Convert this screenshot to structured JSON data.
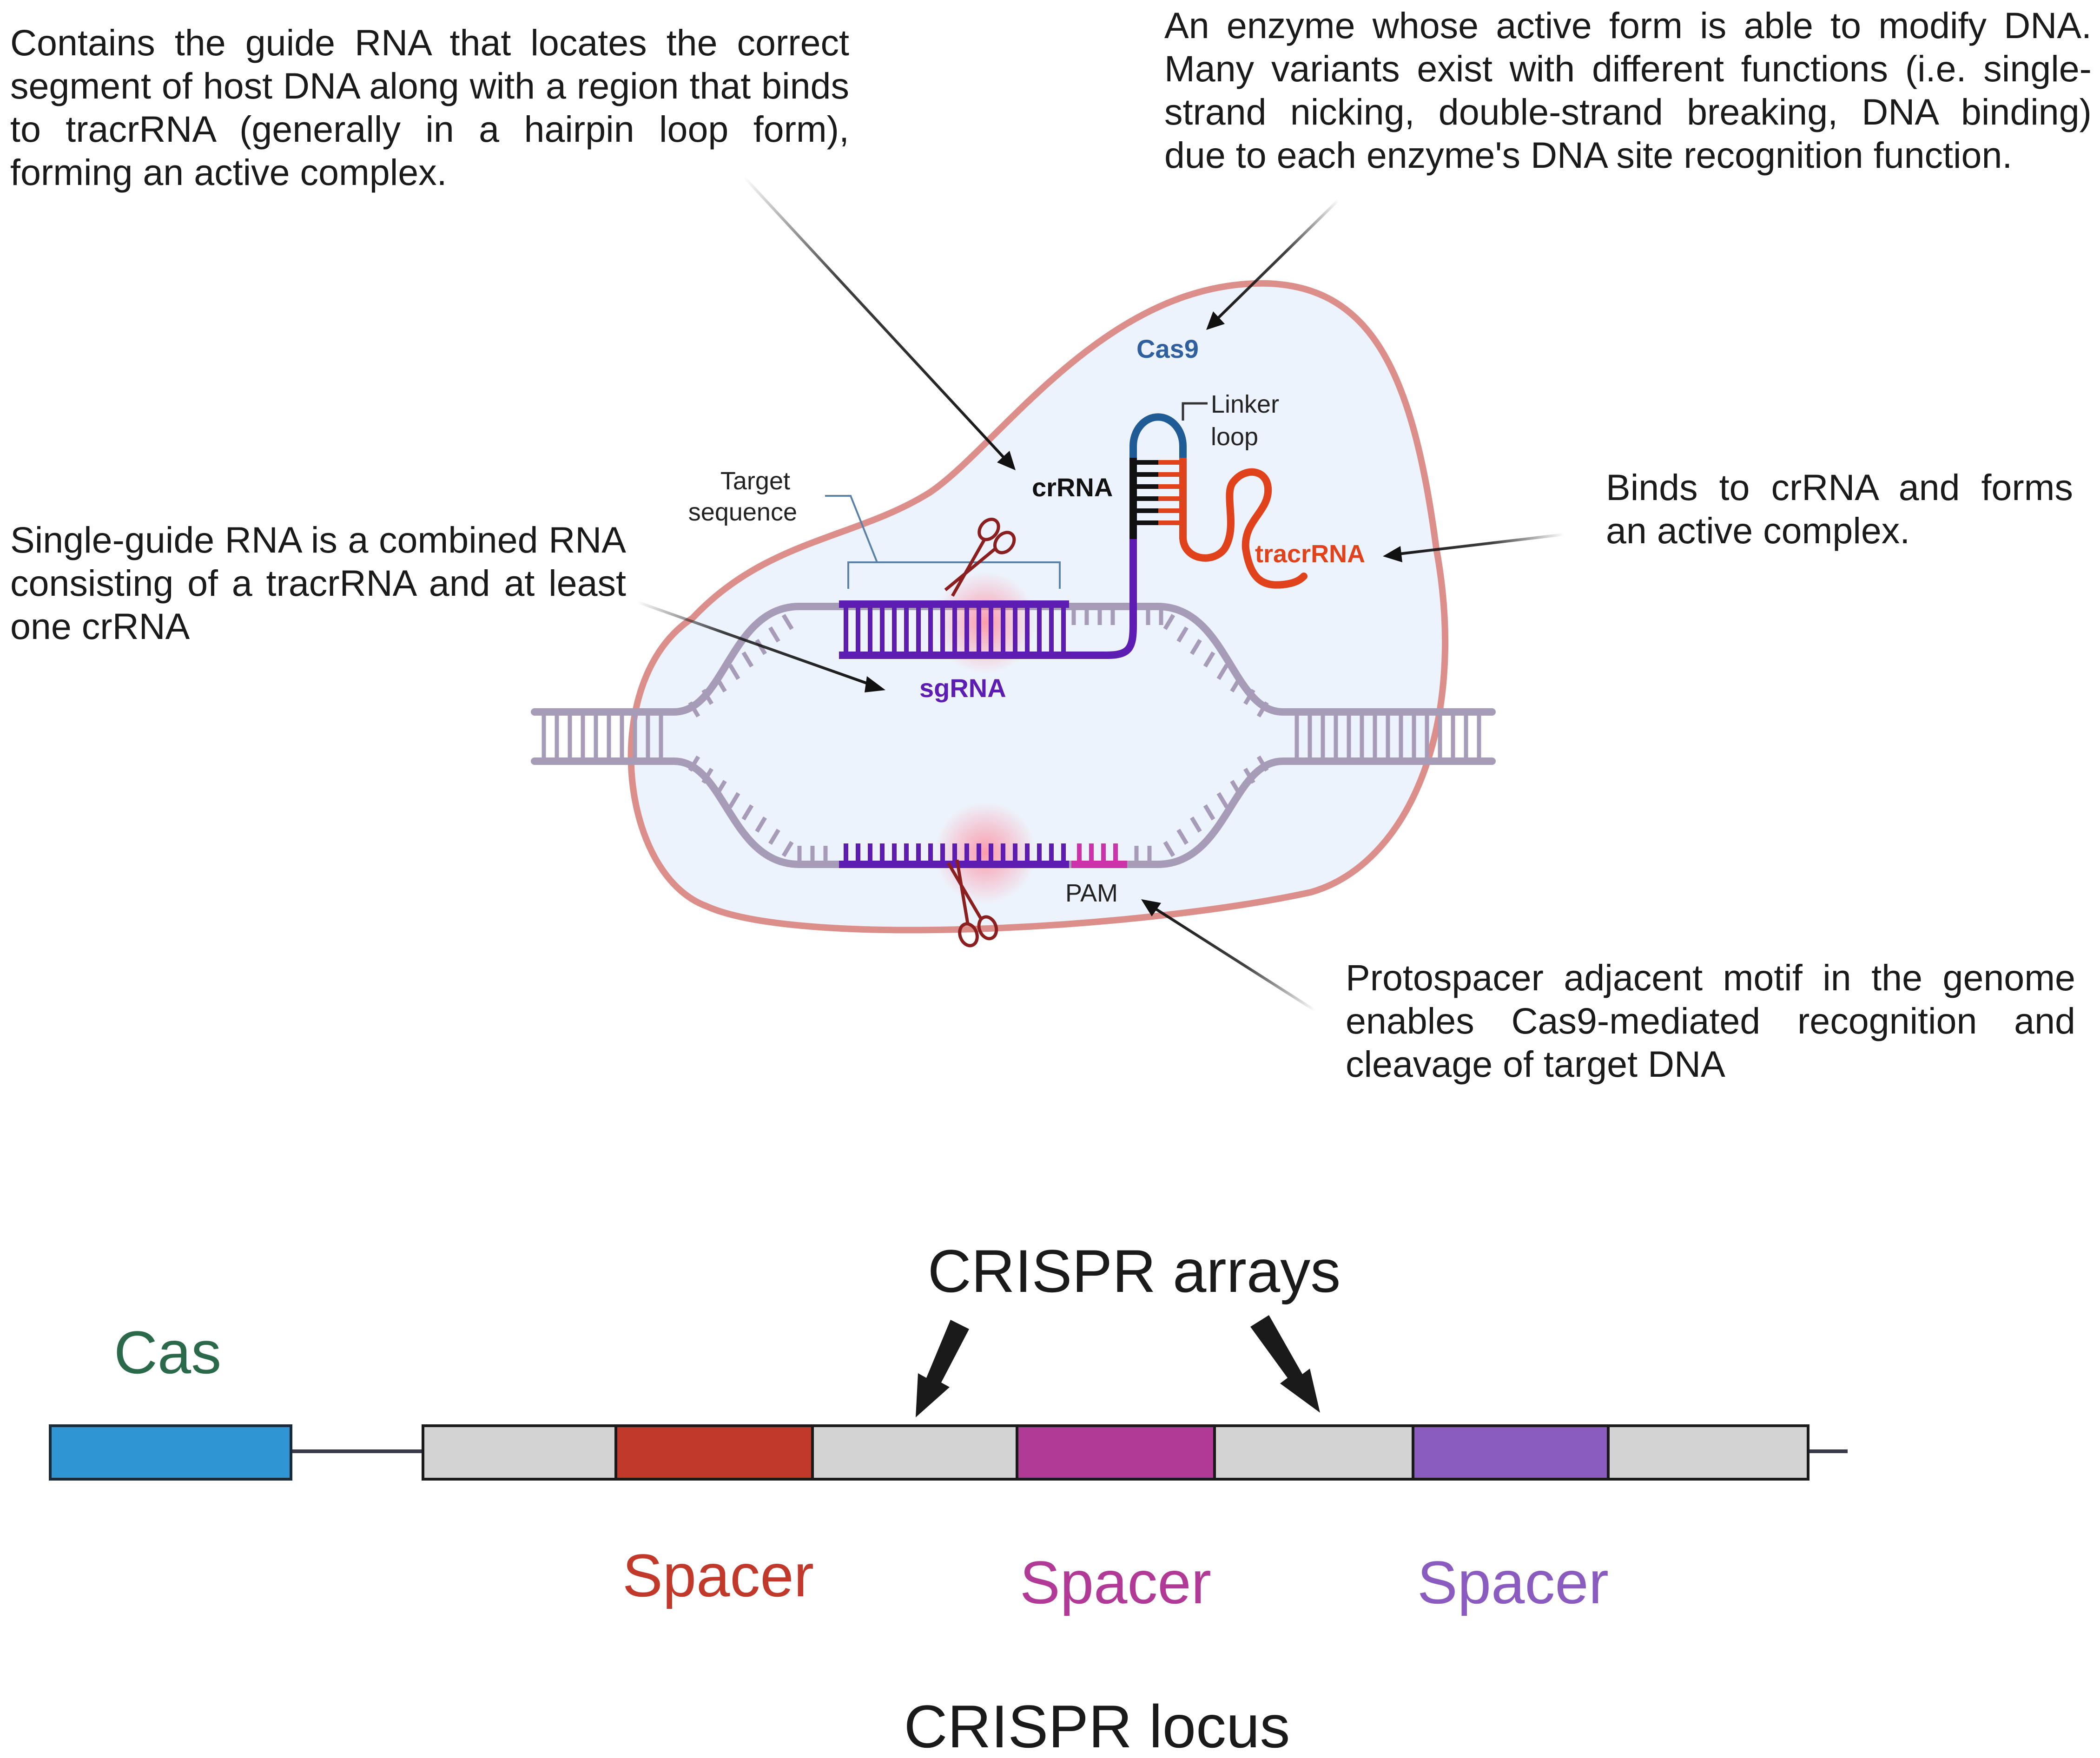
{
  "annotations": {
    "crrna_note": "Contains the guide RNA that locates the correct segment of host DNA along with a region that binds to tracrRNA (generally in a hairpin loop form), forming an active complex.",
    "cas9_note": "An enzyme whose active form is able to modify DNA. Many variants exist with different functions (i.e. single-strand nicking, double-strand breaking, DNA binding) due to each enzyme's DNA site recognition function.",
    "sgrna_note": "Single-guide RNA is a combined RNA consisting of a tracrRNA and at least one crRNA",
    "tracrrna_note": "Binds to crRNA and forms an active complex.",
    "pam_note": "Protospacer adjacent motif in the genome enables Cas9-mediated recognition and cleavage of target DNA"
  },
  "labels": {
    "cas9": "Cas9",
    "crrna": "crRNA",
    "linker_line1": "Linker",
    "linker_line2": "loop",
    "tracrrna": "tracrRNA",
    "target_line1": "Target",
    "target_line2": "sequence",
    "sgrna": "sgRNA",
    "pam": "PAM"
  },
  "locus": {
    "cas_label": "Cas",
    "arrays_label": "CRISPR arrays",
    "spacer_labels": [
      "Spacer",
      "Spacer",
      "Spacer"
    ],
    "title": "CRISPR locus"
  },
  "colors": {
    "cas9_outline": "#dc8f8a",
    "cas9_fill": "#edf3fc",
    "dna_strand": "#a79cb8",
    "sgrna": "#5d1db3",
    "tracrrna": "#e0421b",
    "linker": "#1f5c96",
    "pam": "#cc33aa",
    "scissors": "#8b1f1f",
    "cas_gene": "#2f96d3",
    "spacer_1": "#c0392b",
    "spacer_2": "#b03a95",
    "spacer_3": "#8b5cc0",
    "repeat": "#d3d3d3",
    "cas_label": "#2a6a4a"
  }
}
